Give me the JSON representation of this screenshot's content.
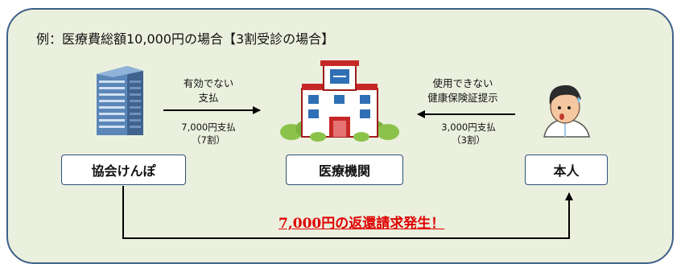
{
  "title": "例：医療費総額10,000円の場合【3割受診の場合】",
  "nodes": {
    "association": "協会けんぽ",
    "institution": "医療機関",
    "person": "本人"
  },
  "left_arrow": {
    "label_line1": "有効でない",
    "label_line2": "支払",
    "amount": "7,000円支払",
    "ratio": "（7割）"
  },
  "right_arrow": {
    "label_line1": "使用できない",
    "label_line2": "健康保険証提示",
    "amount": "3,000円支払",
    "ratio": "（3割）"
  },
  "claim_text": "7,000円の返還請求発生！",
  "colors": {
    "panel_fill": "#ebf0de",
    "panel_border": "#3e5f8a",
    "claim_text": "#e00000"
  },
  "icons": [
    "office-building-icon",
    "hospital-icon",
    "worried-person-icon"
  ]
}
